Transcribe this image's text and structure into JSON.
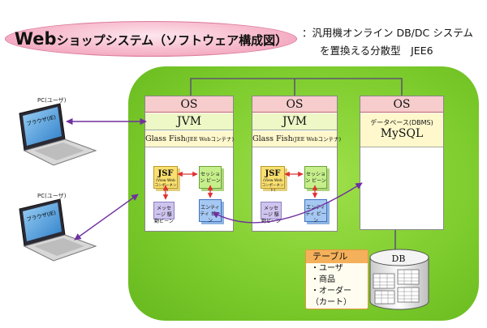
{
  "title": {
    "web": "Web",
    "rest": "ショップシステム（ソフトウェア構成図）"
  },
  "subtitle": {
    "line1": "：汎用機オンライン DB/DC システム",
    "line2": "を置換える分散型　JEE6"
  },
  "clients": [
    {
      "pc_label": "PC(ユーザ)",
      "browser": "ブラウザ(IE)"
    },
    {
      "pc_label": "PC(ユーザ)",
      "browser": "ブラウザ(IE)"
    }
  ],
  "app_servers": [
    {
      "os": "OS",
      "jvm": "JVM",
      "gf_main": "Glass Fish",
      "gf_sub": "(JEE Webコンテナ)",
      "jsf_title": "JSF",
      "jsf_sub": "(View Web コンポーネント)",
      "session": "セッション ビーン",
      "message": "メッセージ 駆動ビーン",
      "entity": "エンティティ ビーン"
    },
    {
      "os": "OS",
      "jvm": "JVM",
      "gf_main": "Glass Fish",
      "gf_sub": "(JEE Webコンテナ)",
      "jsf_title": "JSF",
      "jsf_sub": "(View Web コンポーネント)",
      "session": "セッション ビーン",
      "message": "メッセージ 駆動ビーン",
      "entity": "エンティティ ビーン"
    }
  ],
  "db_server": {
    "os": "OS",
    "dbms": "データベース(DBMS)",
    "product": "MySQL"
  },
  "table_list": {
    "header": "テーブル",
    "items": [
      "・ユーザ",
      "・商品",
      "・オーダー",
      "（カート）"
    ]
  },
  "db": {
    "label": "DB"
  },
  "colors": {
    "green_area": "#7ccb2c",
    "os_bar": "#f6cccc",
    "jvm_bar": "#eef7c6",
    "jsf": "#f9df6f",
    "session_bean": "#c6ef8c",
    "message_bean": "#cfc4ee",
    "entity_bean": "#a5c8f2",
    "http_arrow": "#7030a0",
    "internal_arrow": "#e03030"
  }
}
